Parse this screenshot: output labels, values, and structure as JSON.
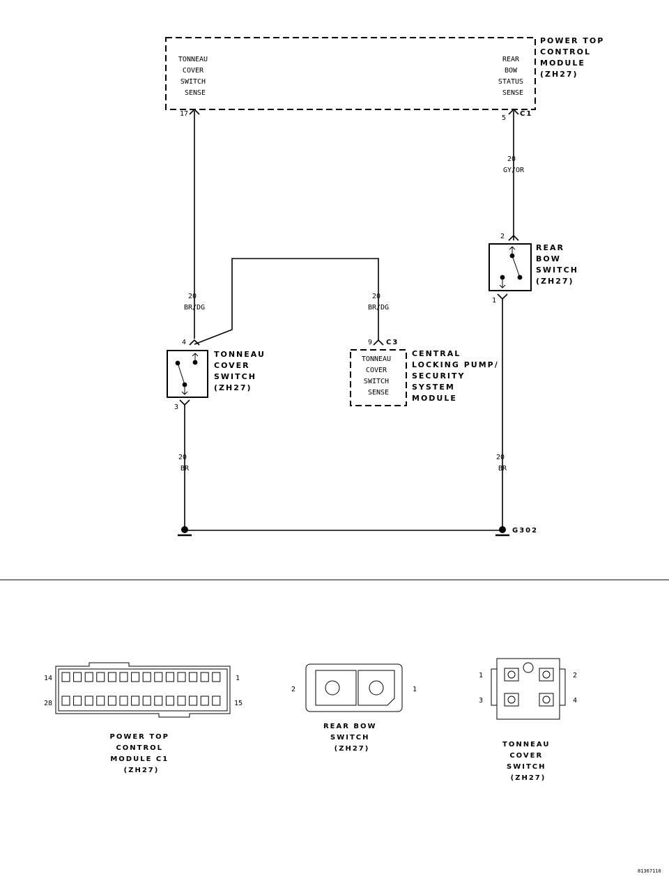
{
  "modules": {
    "ptcm": {
      "name_lines": [
        "POWER TOP",
        "CONTROL",
        "MODULE",
        "(ZH27)"
      ],
      "left_pin_lines": [
        "TONNEAU",
        "COVER",
        "SWITCH",
        "SENSE"
      ],
      "right_pin_lines": [
        "REAR",
        "BOW",
        "STATUS",
        "SENSE"
      ],
      "left_pin": "17",
      "right_pin": "5",
      "connector": "C1"
    },
    "clp": {
      "name_lines": [
        "CENTRAL",
        "LOCKING PUMP/",
        "SECURITY",
        "SYSTEM",
        "MODULE"
      ],
      "pin_lines": [
        "TONNEAU",
        "COVER",
        "SWITCH",
        "SENSE"
      ],
      "pin": "9",
      "connector": "C3"
    },
    "tonneau_switch": {
      "name_lines": [
        "TONNEAU",
        "COVER",
        "SWITCH",
        "(ZH27)"
      ],
      "top_pin": "4",
      "bottom_pin": "3"
    },
    "rear_bow_switch": {
      "name_lines": [
        "REAR",
        "BOW",
        "SWITCH",
        "(ZH27)"
      ],
      "top_pin": "2",
      "bottom_pin": "1"
    }
  },
  "wires": {
    "gy_or": {
      "gauge": "20",
      "color": "GY/OR"
    },
    "br_dg_left": {
      "gauge": "20",
      "color": "BR/DG"
    },
    "br_dg_right": {
      "gauge": "20",
      "color": "BR/DG"
    },
    "br_left": {
      "gauge": "20",
      "color": "BR"
    },
    "br_right": {
      "gauge": "20",
      "color": "BR"
    }
  },
  "ground": {
    "label": "G302"
  },
  "connectors": {
    "ptcm_c1": {
      "caption_lines": [
        "POWER TOP",
        "CONTROL",
        "MODULE C1",
        "(ZH27)"
      ],
      "pin_tl": "14",
      "pin_tr": "1",
      "pin_bl": "28",
      "pin_br": "15"
    },
    "rear_bow": {
      "caption_lines": [
        "REAR BOW",
        "SWITCH",
        "(ZH27)"
      ],
      "pin_left": "2",
      "pin_right": "1"
    },
    "tonneau": {
      "caption_lines": [
        "TONNEAU",
        "COVER",
        "SWITCH",
        "(ZH27)"
      ],
      "pin_1": "1",
      "pin_2": "2",
      "pin_3": "3",
      "pin_4": "4"
    }
  },
  "figure_id": "81367110"
}
